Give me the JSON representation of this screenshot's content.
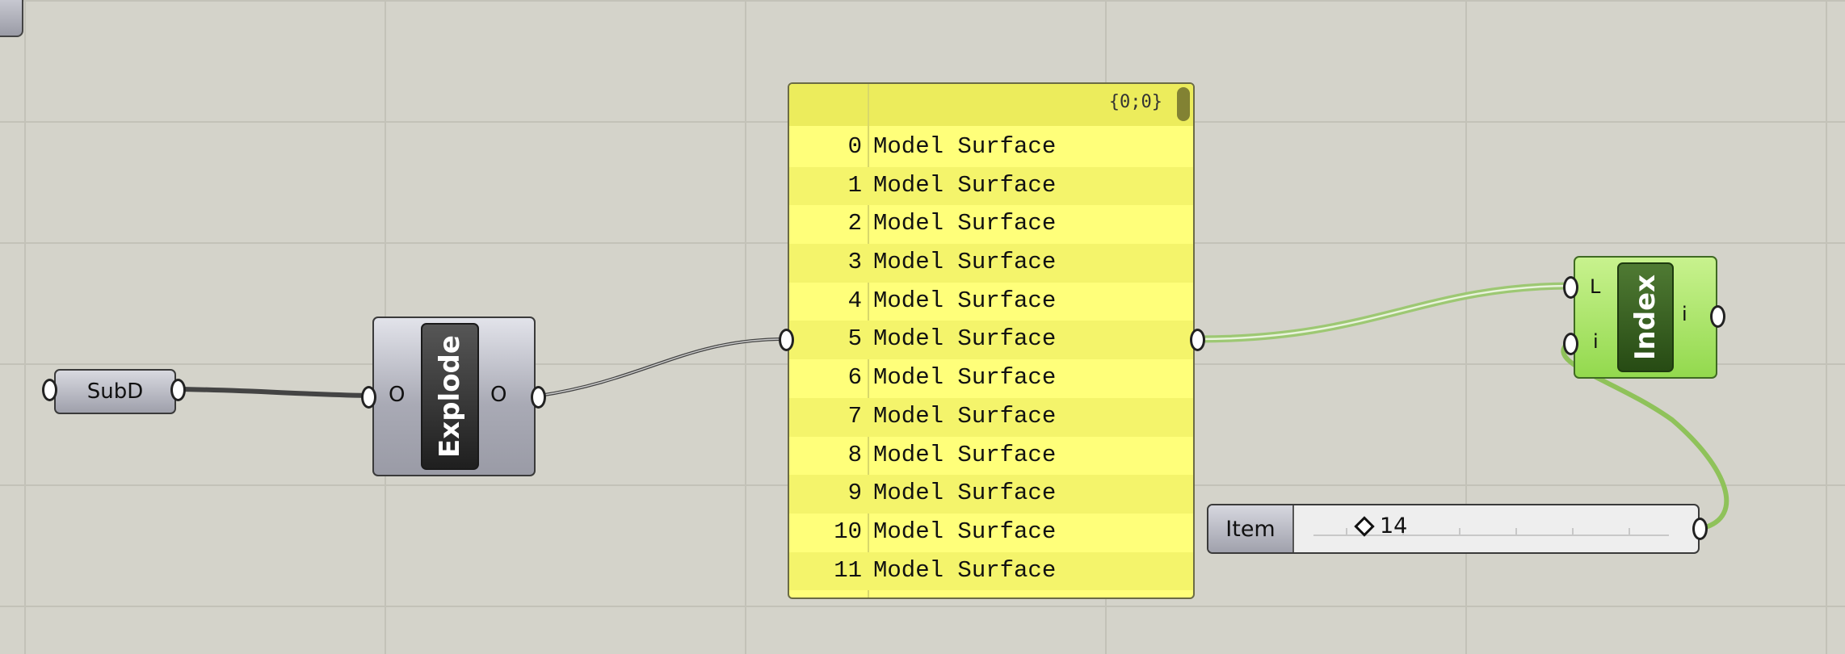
{
  "subd": {
    "label": "SubD"
  },
  "explode": {
    "label": "Explode",
    "input": "O",
    "output": "O"
  },
  "panel": {
    "path": "{0;0}",
    "rows": [
      {
        "index": "0",
        "value": "Model Surface"
      },
      {
        "index": "1",
        "value": "Model Surface"
      },
      {
        "index": "2",
        "value": "Model Surface"
      },
      {
        "index": "3",
        "value": "Model Surface"
      },
      {
        "index": "4",
        "value": "Model Surface"
      },
      {
        "index": "5",
        "value": "Model Surface"
      },
      {
        "index": "6",
        "value": "Model Surface"
      },
      {
        "index": "7",
        "value": "Model Surface"
      },
      {
        "index": "8",
        "value": "Model Surface"
      },
      {
        "index": "9",
        "value": "Model Surface"
      },
      {
        "index": "10",
        "value": "Model Surface"
      },
      {
        "index": "11",
        "value": "Model Surface"
      }
    ]
  },
  "index_component": {
    "label": "Index",
    "input_list": "L",
    "input_index": "i",
    "output": "i"
  },
  "slider": {
    "label": "Item",
    "value": "14"
  },
  "colors": {
    "canvas": "#d4d3ca",
    "panel": "#ffff7a",
    "wire": "#555555",
    "wire_selected": "#8fc25a"
  }
}
